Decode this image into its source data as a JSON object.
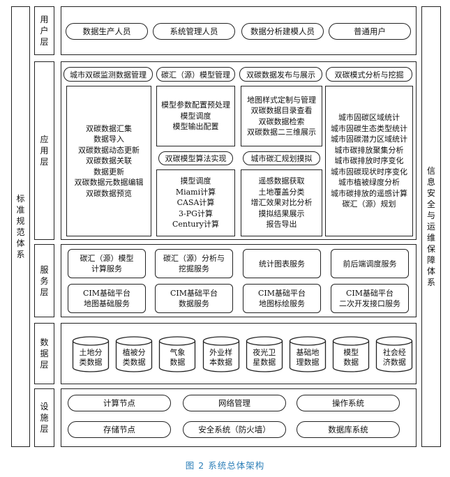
{
  "side_left": [
    "标",
    "准",
    "规",
    "范",
    "体",
    "系"
  ],
  "side_right": [
    "信",
    "息",
    "安",
    "全",
    "与",
    "运",
    "维",
    "保",
    "障",
    "体",
    "系"
  ],
  "layers": {
    "user": [
      "用",
      "户",
      "层"
    ],
    "app": [
      "应",
      "用",
      "层"
    ],
    "service": [
      "服",
      "务",
      "层"
    ],
    "data": [
      "数",
      "据",
      "层"
    ],
    "infra": [
      "设",
      "施",
      "层"
    ]
  },
  "user_roles": [
    "数据生产人员",
    "系统管理人员",
    "数据分析建模人员",
    "普通用户"
  ],
  "app_headers": [
    "城市双碳监测数据管理",
    "碳汇（源）模型管理",
    "双碳数据发布与展示",
    "双碳模式分析与挖掘"
  ],
  "app_mid_headers": [
    "双碳模型算法实现",
    "城市碳汇规划摸拟"
  ],
  "app_panels": {
    "monitor": [
      "双碳数据汇集",
      "数据导入",
      "双碳数据动态更新",
      "双碳数据关联",
      "数据更新",
      "双碳数据元数据编辑",
      "双碳数据预览"
    ],
    "model_top": [
      "模型参数配置预处理",
      "模型调度",
      "模型输出配置"
    ],
    "model_bottom": [
      "摸型调度",
      "Miami计算",
      "CASA计算",
      "3-PG计算",
      "Century计算"
    ],
    "publish_top": [
      "地图样式定制与管理",
      "双碳数据目录查看",
      "双碳数据检索",
      "双碳数据二三维展示"
    ],
    "publish_bottom": [
      "遥感数据获取",
      "土地覆盖分类",
      "增汇效果对比分析",
      "摸拟结果展示",
      "报告导出"
    ],
    "analysis": [
      "城市固碳区域统计",
      "城市固碳生态类型统计",
      "城市固碳潜力区域统计",
      "城市碳排放聚集分析",
      "城市碳排放时序变化",
      "城市固碳现状时序变化",
      "城市植被绿度分析",
      "城市碳排放的遥感计算",
      "碳汇（源）规划"
    ]
  },
  "services_row1": [
    [
      "碳汇（源）模型",
      "计算服务"
    ],
    [
      "碳汇（源）分析与",
      "挖掘服务"
    ],
    [
      "统计图表服务"
    ],
    [
      "前后端调度服务"
    ]
  ],
  "services_row2": [
    [
      "CIM基础平台",
      "地图基础服务"
    ],
    [
      "CIM基础平台",
      "数据服务"
    ],
    [
      "CIM基础平台",
      "地图标绘服务"
    ],
    [
      "CIM基础平台",
      "二次开发接口服务"
    ]
  ],
  "data_stores": [
    [
      "土地分",
      "类数据"
    ],
    [
      "植被分",
      "类数据"
    ],
    [
      "气象",
      "数据"
    ],
    [
      "外业样",
      "本数据"
    ],
    [
      "夜光卫",
      "星数据"
    ],
    [
      "基础地",
      "理数据"
    ],
    [
      "模型",
      "数据"
    ],
    [
      "社会经",
      "济数据"
    ]
  ],
  "infra_row1": [
    "计算节点",
    "网络管理",
    "操作系统"
  ],
  "infra_row2": [
    "存储节点",
    "安全系统（防火墙）",
    "数据库系统"
  ],
  "caption": "图 2   系统总体架构"
}
